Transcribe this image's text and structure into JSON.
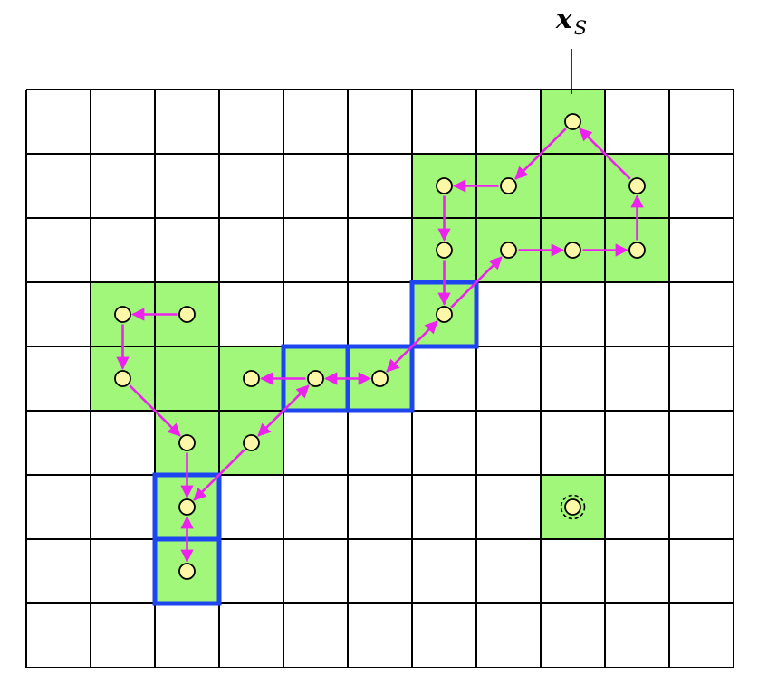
{
  "diagram": {
    "start_label": {
      "main": "x",
      "sub": "S"
    },
    "grid": {
      "cols": 11,
      "rows": 9
    },
    "colors": {
      "cell_fill": "#a0f77a",
      "grid_line": "#000000",
      "highlight_border": "#1e46f0",
      "arrow": "#ee22ee",
      "node_fill": "#fdf8a8",
      "node_stroke": "#000000"
    },
    "highlighted_cells": [
      [
        8,
        0
      ],
      [
        6,
        1
      ],
      [
        7,
        1
      ],
      [
        8,
        1
      ],
      [
        9,
        1
      ],
      [
        6,
        2
      ],
      [
        7,
        2
      ],
      [
        8,
        2
      ],
      [
        9,
        2
      ],
      [
        1,
        3
      ],
      [
        2,
        3
      ],
      [
        6,
        3
      ],
      [
        1,
        4
      ],
      [
        2,
        4
      ],
      [
        3,
        4
      ],
      [
        4,
        4
      ],
      [
        5,
        4
      ],
      [
        2,
        5
      ],
      [
        3,
        5
      ],
      [
        2,
        6
      ],
      [
        8,
        6
      ],
      [
        2,
        7
      ]
    ],
    "bordered_cells": [
      [
        6,
        3
      ],
      [
        4,
        4
      ],
      [
        5,
        4
      ],
      [
        2,
        6
      ],
      [
        2,
        7
      ]
    ],
    "nodes": [
      [
        8,
        0
      ],
      [
        7,
        1
      ],
      [
        6,
        1
      ],
      [
        9,
        1
      ],
      [
        6,
        2
      ],
      [
        7,
        2
      ],
      [
        8,
        2
      ],
      [
        9,
        2
      ],
      [
        6,
        3
      ],
      [
        1,
        3
      ],
      [
        2,
        3
      ],
      [
        1,
        4
      ],
      [
        3,
        4
      ],
      [
        4,
        4
      ],
      [
        5,
        4
      ],
      [
        2,
        5
      ],
      [
        3,
        5
      ],
      [
        2,
        6
      ],
      [
        2,
        7
      ]
    ],
    "target_node": [
      8,
      6
    ],
    "edges": [
      {
        "from": [
          8,
          0
        ],
        "to": [
          7,
          1
        ],
        "bidirectional": false
      },
      {
        "from": [
          7,
          1
        ],
        "to": [
          6,
          1
        ],
        "bidirectional": false
      },
      {
        "from": [
          6,
          1
        ],
        "to": [
          6,
          2
        ],
        "bidirectional": false
      },
      {
        "from": [
          6,
          2
        ],
        "to": [
          6,
          3
        ],
        "bidirectional": false
      },
      {
        "from": [
          9,
          1
        ],
        "to": [
          8,
          0
        ],
        "bidirectional": false
      },
      {
        "from": [
          9,
          2
        ],
        "to": [
          9,
          1
        ],
        "bidirectional": false
      },
      {
        "from": [
          8,
          2
        ],
        "to": [
          9,
          2
        ],
        "bidirectional": false
      },
      {
        "from": [
          7,
          2
        ],
        "to": [
          8,
          2
        ],
        "bidirectional": false
      },
      {
        "from": [
          6,
          3
        ],
        "to": [
          7,
          2
        ],
        "bidirectional": false
      },
      {
        "from": [
          6,
          3
        ],
        "to": [
          5,
          4
        ],
        "bidirectional": true
      },
      {
        "from": [
          5,
          4
        ],
        "to": [
          4,
          4
        ],
        "bidirectional": true
      },
      {
        "from": [
          4,
          4
        ],
        "to": [
          3,
          4
        ],
        "bidirectional": false
      },
      {
        "from": [
          4,
          4
        ],
        "to": [
          3,
          5
        ],
        "bidirectional": true
      },
      {
        "from": [
          3,
          5
        ],
        "to": [
          2,
          6
        ],
        "bidirectional": false
      },
      {
        "from": [
          2,
          3
        ],
        "to": [
          1,
          3
        ],
        "bidirectional": false
      },
      {
        "from": [
          1,
          3
        ],
        "to": [
          1,
          4
        ],
        "bidirectional": false
      },
      {
        "from": [
          1,
          4
        ],
        "to": [
          2,
          5
        ],
        "bidirectional": false
      },
      {
        "from": [
          2,
          5
        ],
        "to": [
          2,
          6
        ],
        "bidirectional": false
      },
      {
        "from": [
          2,
          6
        ],
        "to": [
          2,
          7
        ],
        "bidirectional": true
      }
    ]
  }
}
